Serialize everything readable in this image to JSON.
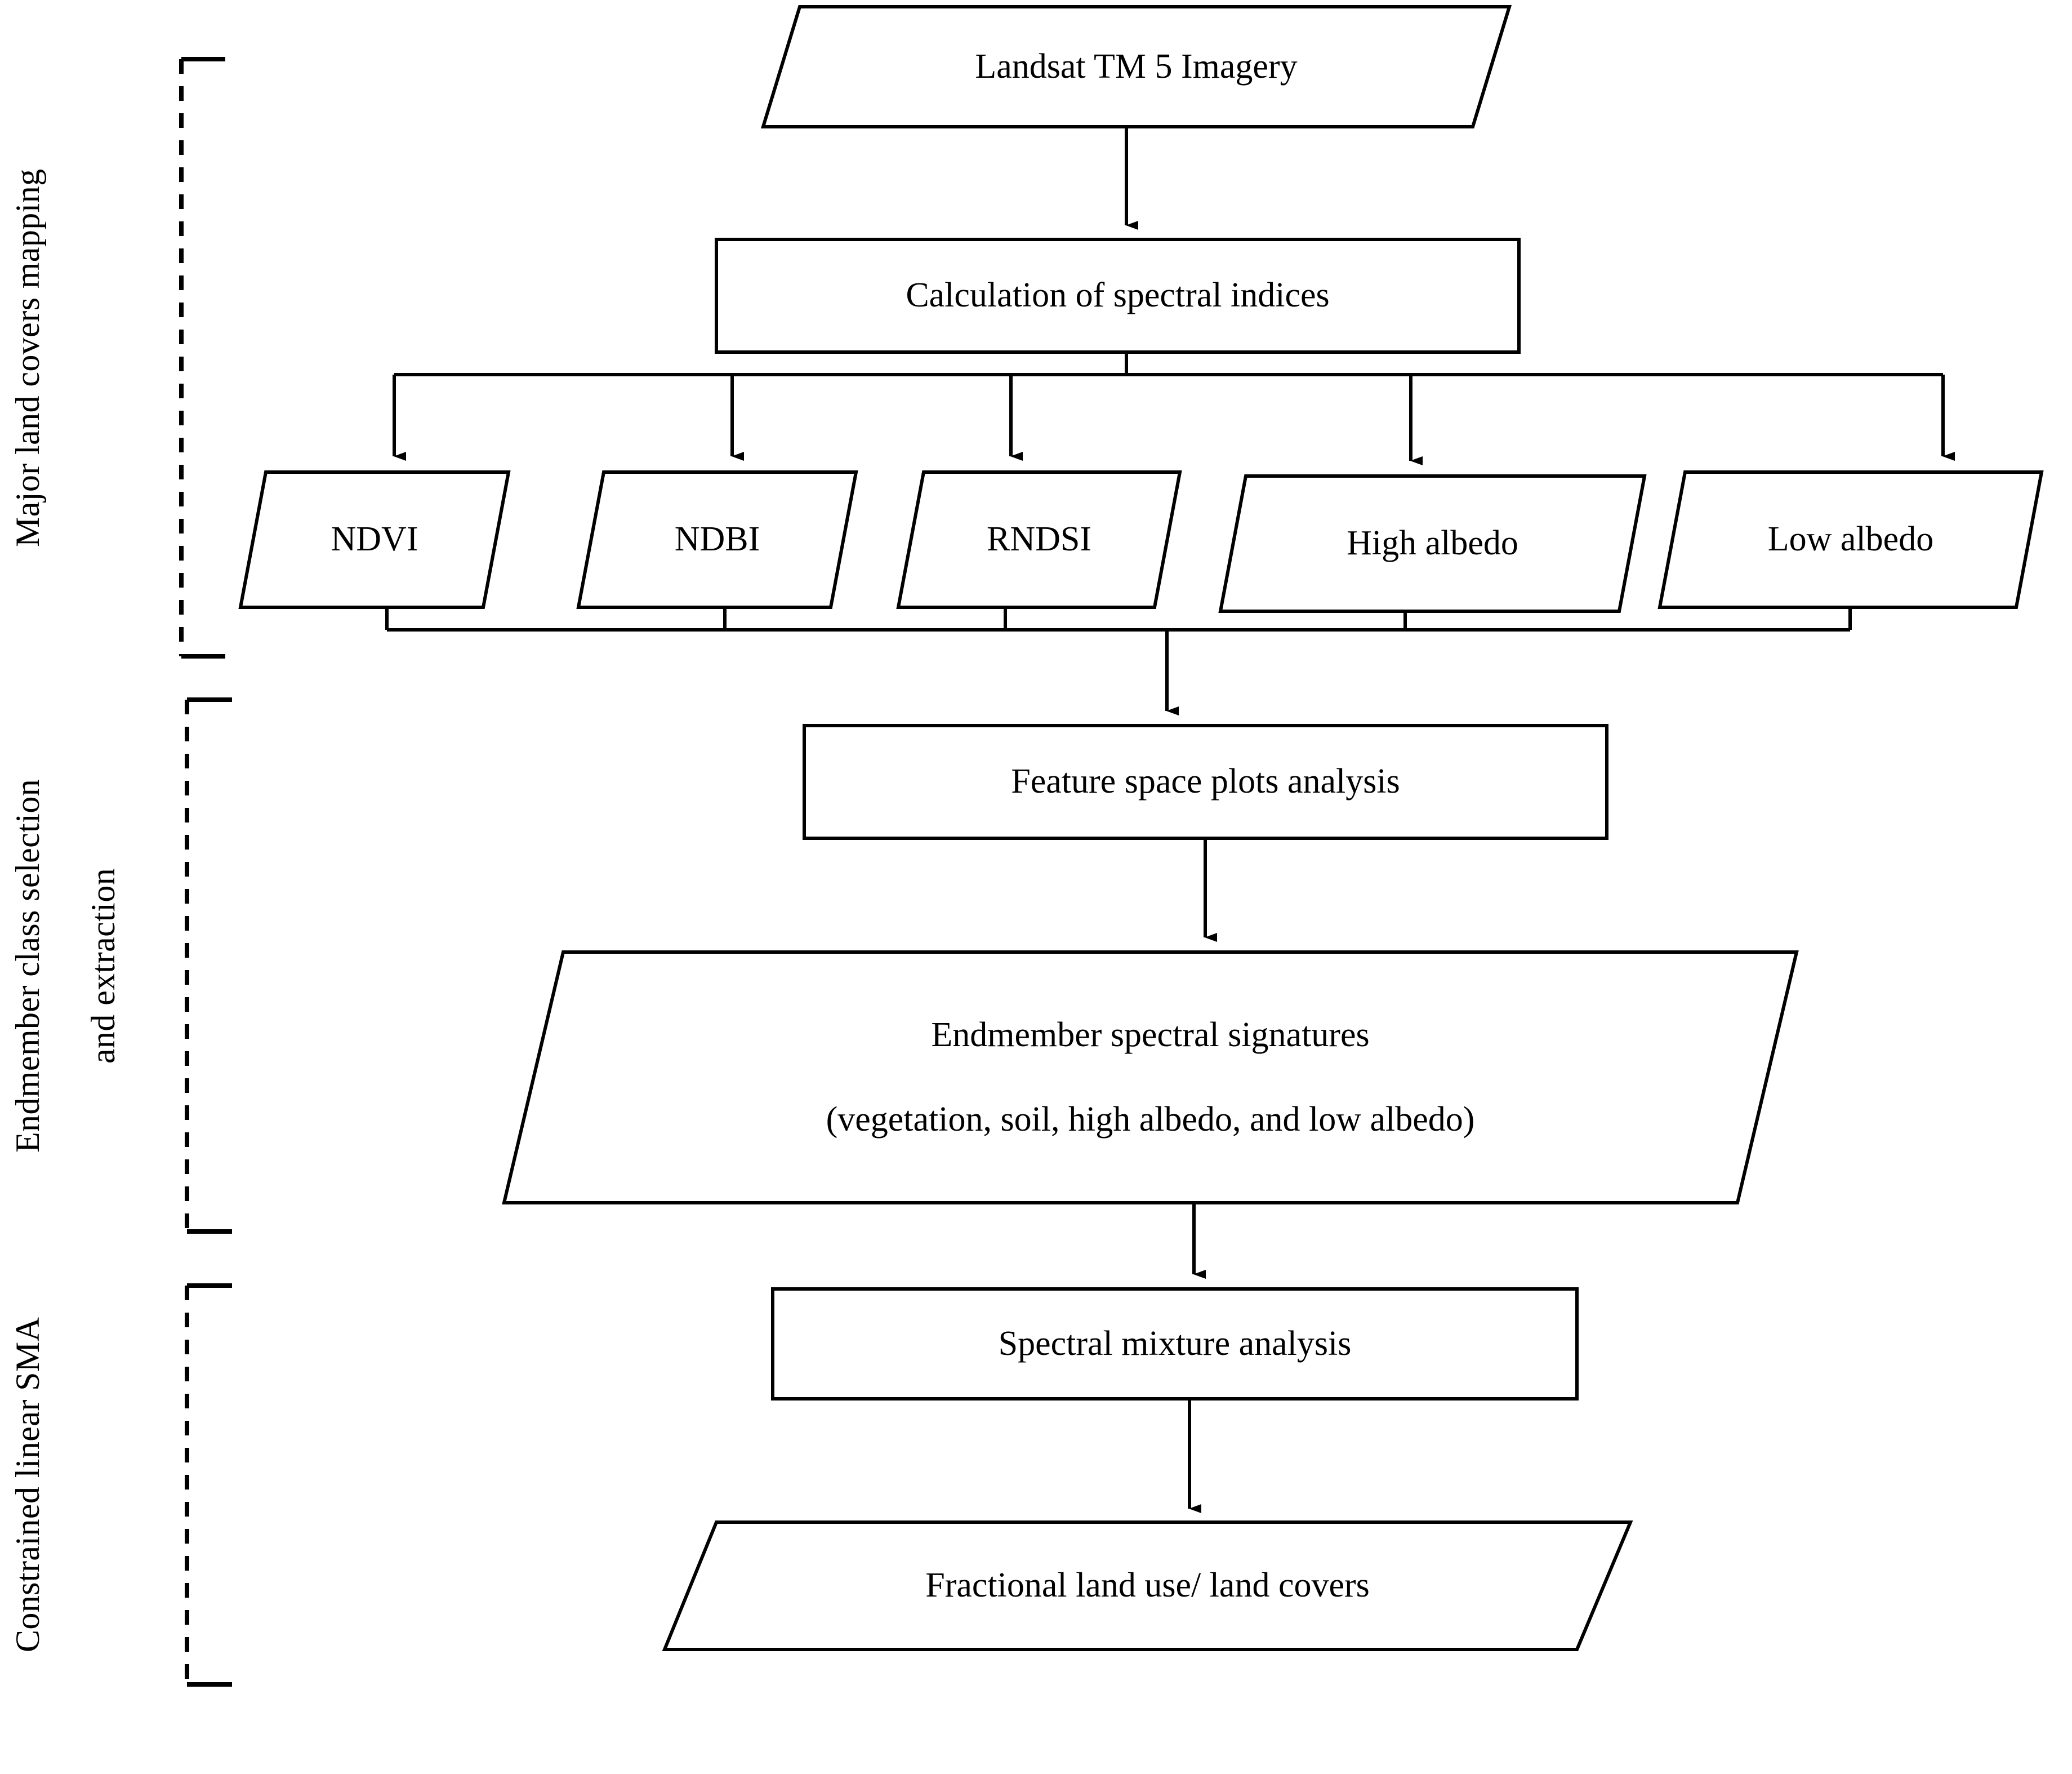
{
  "figure": {
    "type": "flowchart",
    "orientation": "top-to-bottom",
    "background_color": "#ffffff",
    "line_color": "#000000"
  },
  "stages": [
    {
      "id": "stage-major-land-covers-mapping",
      "label": "Major land covers mapping"
    },
    {
      "id": "stage-endmember-class-selection",
      "label": "Endmember class selection"
    },
    {
      "id": "stage-endmember-and-extraction",
      "label": "and extraction"
    },
    {
      "id": "stage-constrained-linear-sma",
      "label": "Constrained linear SMA"
    }
  ],
  "nodes": {
    "landsat": {
      "label": "Landsat TM 5 Imagery",
      "shape": "parallelogram"
    },
    "spectral_indices": {
      "label": "Calculation of spectral indices",
      "shape": "rectangle"
    },
    "ndvi": {
      "label": "NDVI",
      "shape": "parallelogram"
    },
    "ndbi": {
      "label": "NDBI",
      "shape": "parallelogram"
    },
    "rndsi": {
      "label": "RNDSI",
      "shape": "parallelogram"
    },
    "high_albedo": {
      "label": "High albedo",
      "shape": "parallelogram"
    },
    "low_albedo": {
      "label": "Low albedo",
      "shape": "parallelogram"
    },
    "feature_space": {
      "label": "Feature space plots analysis",
      "shape": "rectangle"
    },
    "endmember_signatures": {
      "label": "Endmember spectral signatures",
      "label_line2": "(vegetation, soil, high albedo, and low albedo)",
      "shape": "parallelogram"
    },
    "spectral_mixture": {
      "label": "Spectral mixture analysis",
      "shape": "rectangle"
    },
    "fractional_lulc": {
      "label": "Fractional land use/ land covers",
      "shape": "parallelogram"
    }
  },
  "edges": [
    {
      "from": "landsat",
      "to": "spectral_indices",
      "style": "arrow"
    },
    {
      "from": "spectral_indices",
      "to": "ndvi",
      "style": "arrow"
    },
    {
      "from": "spectral_indices",
      "to": "ndbi",
      "style": "arrow"
    },
    {
      "from": "spectral_indices",
      "to": "rndsi",
      "style": "arrow"
    },
    {
      "from": "spectral_indices",
      "to": "high_albedo",
      "style": "arrow"
    },
    {
      "from": "spectral_indices",
      "to": "low_albedo",
      "style": "arrow"
    },
    {
      "from": "ndvi",
      "to": "feature_space",
      "style": "merge-arrow"
    },
    {
      "from": "ndbi",
      "to": "feature_space",
      "style": "merge-arrow"
    },
    {
      "from": "rndsi",
      "to": "feature_space",
      "style": "merge-arrow"
    },
    {
      "from": "high_albedo",
      "to": "feature_space",
      "style": "merge-arrow"
    },
    {
      "from": "low_albedo",
      "to": "feature_space",
      "style": "merge-arrow"
    },
    {
      "from": "feature_space",
      "to": "endmember_signatures",
      "style": "arrow"
    },
    {
      "from": "endmember_signatures",
      "to": "spectral_mixture",
      "style": "arrow"
    },
    {
      "from": "spectral_mixture",
      "to": "fractional_lulc",
      "style": "arrow"
    }
  ]
}
